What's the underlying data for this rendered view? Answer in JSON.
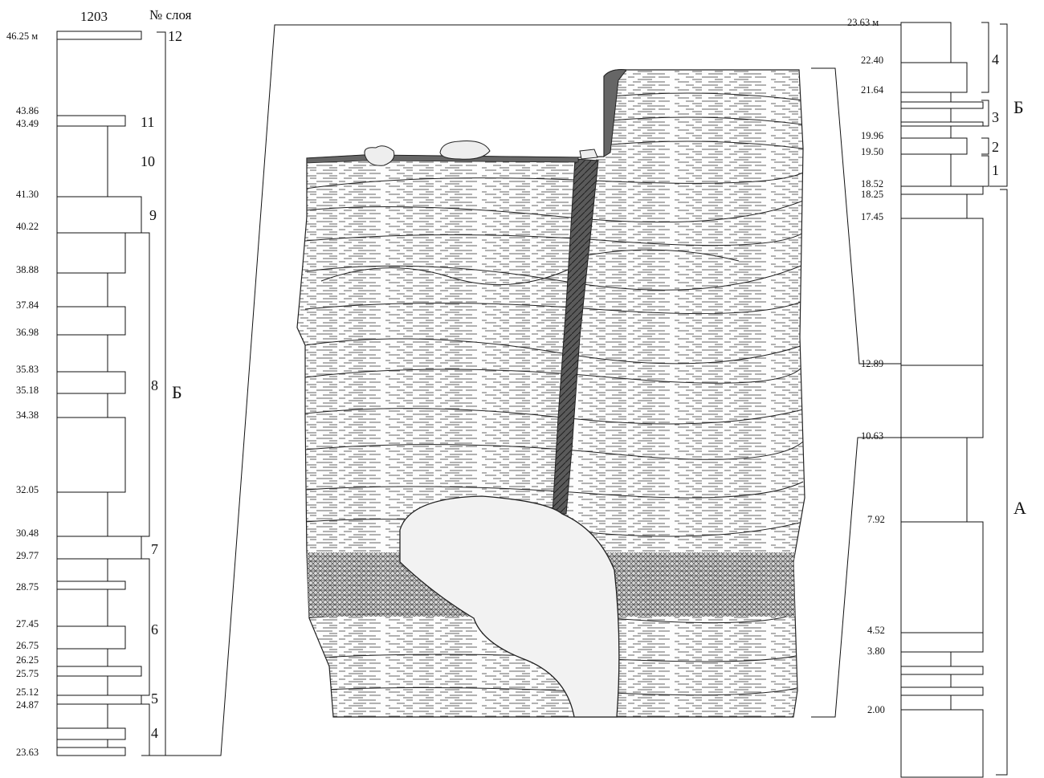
{
  "left_column": {
    "section_number": "1203",
    "layer_header": "№ слоя",
    "depth_labels": [
      "46.25 м",
      "43.86",
      "43.49",
      "41.30",
      "40.22",
      "38.88",
      "37.84",
      "36.98",
      "35.83",
      "35.18",
      "34.38",
      "32.05",
      "30.48",
      "29.77",
      "28.75",
      "27.45",
      "26.75",
      "26.25",
      "25.75",
      "25.12",
      "24.87",
      "23.63"
    ],
    "layer_numbers": [
      "12",
      "11",
      "10",
      "9",
      "8",
      "7",
      "6",
      "5",
      "4"
    ],
    "unit_label": "Б"
  },
  "right_column": {
    "top_label": "23.63 м",
    "depth_labels": [
      "22.40",
      "21.64",
      "19.96",
      "19.50",
      "18.52",
      "18.25",
      "17.45",
      "12.89",
      "10.63",
      "7.92",
      "4.52",
      "3.80",
      "2.00"
    ],
    "layer_numbers": [
      "4",
      "3",
      "2",
      "1"
    ],
    "unit_labels": [
      "Б",
      "А"
    ]
  },
  "outcrop_drawing": {
    "icon": "cross-bedded-outcrop-sketch",
    "vein_color": "#555555",
    "boulder_color": "#f2f2f2"
  }
}
